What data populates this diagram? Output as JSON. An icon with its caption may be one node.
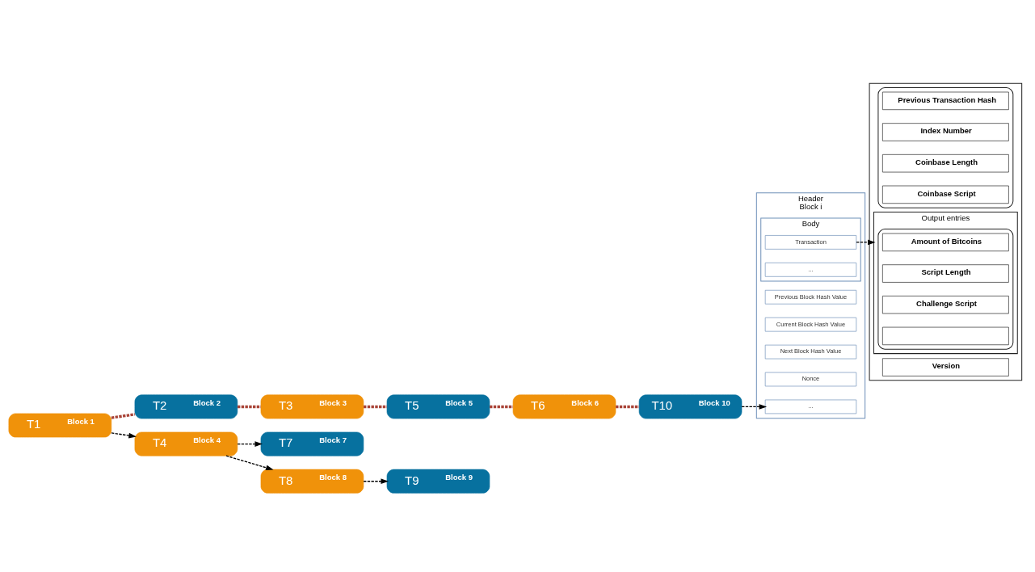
{
  "diagram": {
    "nodes": [
      {
        "text": [
          "T1",
          "Block 1"
        ]
      },
      {
        "text": [
          "T2",
          "Block 2"
        ]
      },
      {
        "text": [
          "T3",
          "Block 3"
        ]
      },
      {
        "text": [
          "T4",
          "Block 4"
        ]
      },
      {
        "text": [
          "T5",
          "Block 5"
        ]
      },
      {
        "text": [
          "T6",
          "Block 6"
        ]
      },
      {
        "text": [
          "T7",
          "Block 7"
        ]
      },
      {
        "text": [
          "T8",
          "Block 8"
        ]
      },
      {
        "text": [
          "T9",
          "Block 9"
        ]
      },
      {
        "text": [
          "T10",
          "Block 10"
        ]
      },
      {
        "text": [
          "Header",
          "Block i"
        ]
      },
      {
        "text": [
          "Previous Block Hash Value"
        ],
        "in": 10
      },
      {
        "text": [
          "Current Block Hash Value"
        ],
        "in": 10
      },
      {
        "text": [
          "Next Block Hash Value"
        ],
        "in": 10
      },
      {
        "text": [
          "Nonce"
        ],
        "in": 10
      },
      {
        "text": [
          "..."
        ],
        "in": 10
      },
      {
        "text": [
          "Body"
        ],
        "in": 10
      },
      {
        "text": [
          "Transaction"
        ],
        "in": 16
      },
      {
        "text": [
          "..."
        ],
        "in": 16
      },
      {
        "text": [],
        "shape": "box"
      },
      {
        "text": [
          "Version"
        ],
        "in": 19
      },
      {
        "text": [],
        "shape": "box",
        "in": 19
      },
      {
        "text": [
          "Previous Transaction Hash"
        ],
        "in": 21
      },
      {
        "text": [
          "Index Number"
        ],
        "in": 21
      },
      {
        "text": [
          "Coinbase Length"
        ],
        "in": 21
      },
      {
        "text": [
          "Coinbase Script"
        ],
        "in": 21
      },
      {
        "text": [
          "Output entries"
        ],
        "in": 19
      },
      {
        "text": [],
        "shape": "box",
        "in": 26
      },
      {
        "text": [
          "Amount of Bitcoins"
        ],
        "in": 27
      },
      {
        "text": [
          "Script Length"
        ],
        "in": 27
      },
      {
        "text": [
          "Challenge Script"
        ],
        "in": 27
      },
      {
        "text": [],
        "shape": "box",
        "in": 27
      }
    ],
    "edges": [
      {
        "from": 0,
        "to": 3,
        "arrow": "to",
        "style": "dashed"
      },
      {
        "from": 3,
        "to": 6,
        "arrow": "to",
        "style": "dashed"
      },
      {
        "from": 3,
        "to": 7,
        "arrow": "to",
        "style": "dashed"
      },
      {
        "from": 7,
        "to": 8,
        "arrow": "to",
        "style": "dashed"
      },
      {
        "from": 0,
        "to": 1,
        "arrow": "none",
        "style": "dashed",
        "color": "#a94438"
      },
      {
        "from": 1,
        "to": 2,
        "arrow": "none",
        "style": "dashed",
        "color": "#a94438"
      },
      {
        "from": 2,
        "to": 4,
        "arrow": "none",
        "style": "dashed",
        "color": "#a94438"
      },
      {
        "from": 4,
        "to": 5,
        "arrow": "none",
        "style": "dashed",
        "color": "#a94438"
      },
      {
        "from": 5,
        "to": 9,
        "arrow": "none",
        "style": "dashed",
        "color": "#a94438"
      },
      {
        "from": 9,
        "to": 15,
        "arrow": "to",
        "style": "dashed"
      },
      {
        "from": 17,
        "to": 26,
        "arrow": "to",
        "style": "dashed"
      }
    ]
  }
}
